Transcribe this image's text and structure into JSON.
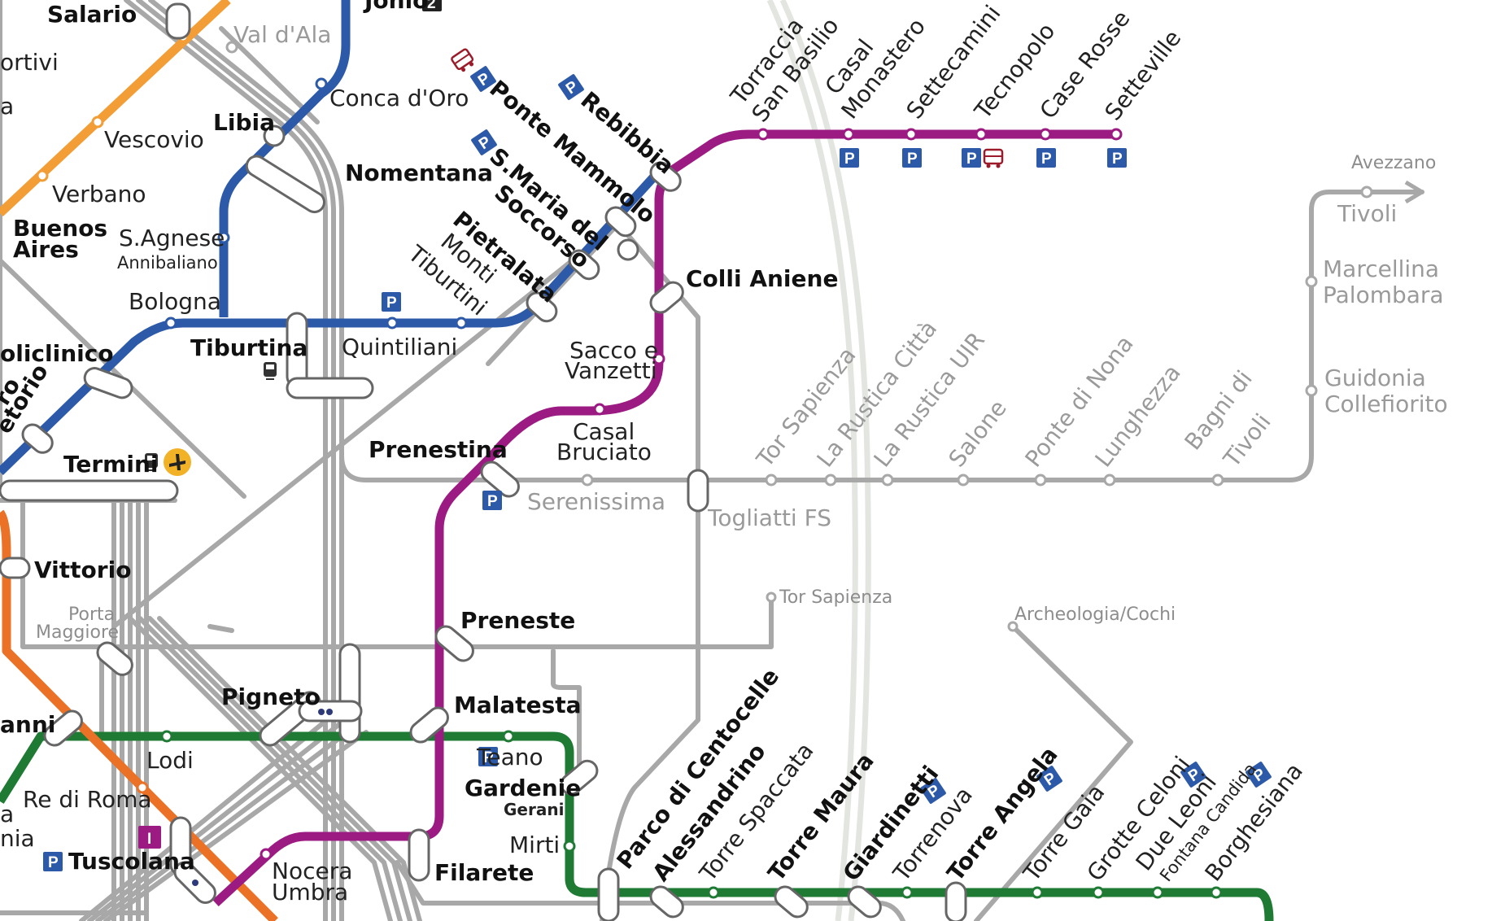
{
  "colors": {
    "metro_a": "#f29d35",
    "metro_b": "#2d5aa8",
    "metro_c": "#1f7a34",
    "metro_f": "#ea7125",
    "tram": "#9b1b82",
    "rail": "#a8a8a8",
    "gra": "#e3e5e0",
    "parking": "#2d5aa8"
  },
  "icons": [
    "parking-icon",
    "bus-icon",
    "train-icon",
    "airport-icon",
    "interchange-icon",
    "line-badge-icon"
  ],
  "labels": {
    "salario": "Salario",
    "val_dala": "Val d'Ala",
    "jonio": "Jonio",
    "jonio_badge": "2",
    "ortivi": "ortivi",
    "a_frag": "a",
    "conca_doro": "Conca d'Oro",
    "libia": "Libia",
    "vescovio": "Vescovio",
    "nomentana": "Nomentana",
    "verbano": "Verbano",
    "buenos": "Buenos",
    "aires": "Aires",
    "sagnese": "S.Agnese",
    "annibaliano": "Annibaliano",
    "bologna": "Bologna",
    "ponte_mammolo": "Ponte Mammolo",
    "rebibbia": "Rebibbia",
    "smaria_del": "S.Maria del",
    "soccorso": "Soccorso",
    "pietralata": "Pietralata",
    "monti": "Monti",
    "tiburtini": "Tiburtini",
    "torraccia": "Torraccia",
    "san_basilio": "San Basilio",
    "casal": "Casal",
    "monastero": "Monastero",
    "settecamini": "Settecamini",
    "tecnopolo": "Tecnopolo",
    "case_rosse": "Case Rosse",
    "setteville": "Setteville",
    "avezzano": "Avezzano",
    "tivoli": "Tivoli",
    "marcellina": "Marcellina",
    "palombara": "Palombara",
    "guidonia": "Guidonia",
    "collefiorito": "Collefiorito",
    "colli_aniene": "Colli Aniene",
    "policlinico": "oliclinico",
    "tiburtina": "Tiburtina",
    "quintiliani": "Quintiliani",
    "sacco_e": "Sacco e",
    "vanzetti": "Vanzetti",
    "casal2": "Casal",
    "bruciato": "Bruciato",
    "ro_frag": "ro",
    "etorio_frag": "etorio",
    "termini": "Termini",
    "prenestina": "Prenestina",
    "serenissima": "Serenissima",
    "togliatti": "Togliatti FS",
    "tor_sapienza": "Tor Sapienza",
    "la_rustica_citta": "La Rustica Città",
    "la_rustica_uir": "La Rustica UIR",
    "salone": "Salone",
    "ponte_di_nona": "Ponte di Nona",
    "lunghezza": "Lunghezza",
    "bagni_di": "Bagni di",
    "tivoli2": "Tivoli",
    "vittorio": "Vittorio",
    "porta": "Porta",
    "maggiore": "Maggiore",
    "tor_sapienza_small": "Tor Sapienza",
    "archeologia": "Archeologia/Cochi",
    "preneste": "Preneste",
    "pigneto": "Pigneto",
    "malatesta": "Malatesta",
    "anni": "anni",
    "lodi": "Lodi",
    "teano": "Teano",
    "gardenie": "Gardenie",
    "gerani": "Gerani",
    "re_di_roma": "Re di Roma",
    "a_frag2": "a",
    "nia_frag": "nia",
    "mirti": "Mirti",
    "tuscolana": "Tuscolana",
    "tuscolana_badge": "I",
    "nocera": "Nocera",
    "umbra": "Umbra",
    "filarete": "Filarete",
    "parco": "Parco di Centocelle",
    "alessandrino": "Alessandrino",
    "torre_spaccata": "Torre Spaccata",
    "torre_maura": "Torre Maura",
    "giardinetti": "Giardinetti",
    "torrenova": "Torrenova",
    "torre_angela": "Torre Angela",
    "torre_gaia": "Torre Gaia",
    "grotte_celoni": "Grotte Celoni",
    "due_leoni": "Due Leoni",
    "fontana_candida": "Fontana Candida",
    "borghesiana": "Borghesiana",
    "parking": "P"
  }
}
